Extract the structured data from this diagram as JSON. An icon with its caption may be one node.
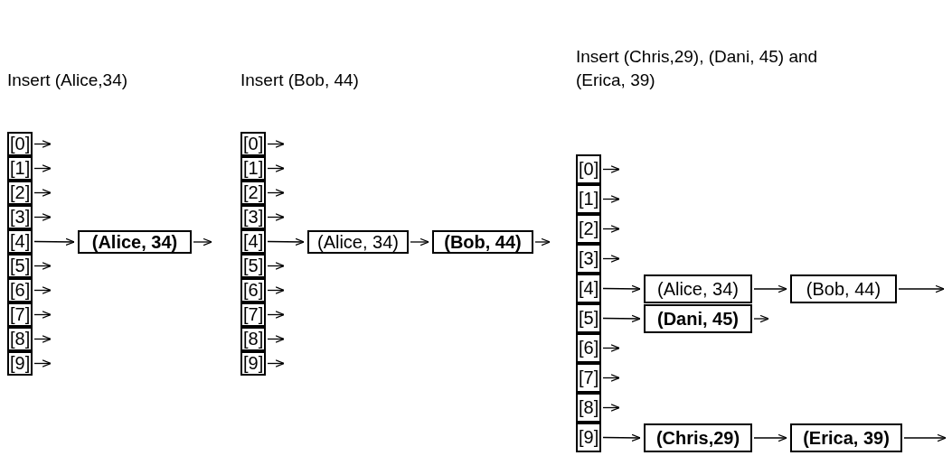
{
  "diagram": {
    "nodes": [
      {
        "text": [
          "[0]"
        ]
      },
      {
        "text": [
          "[1]"
        ]
      },
      {
        "text": [
          "[2]"
        ]
      },
      {
        "text": [
          "[3]"
        ]
      },
      {
        "text": [
          "[4]"
        ]
      },
      {
        "text": [
          "[5]"
        ]
      },
      {
        "text": [
          "[6]"
        ]
      },
      {
        "text": [
          "[7]"
        ]
      },
      {
        "text": [
          "[8]"
        ]
      },
      {
        "text": [
          "[9]"
        ]
      },
      {
        "text": [
          "(Alice, 34)"
        ]
      },
      {
        "text": [
          "[0]"
        ]
      },
      {
        "text": [
          "[1]"
        ]
      },
      {
        "text": [
          "[2]"
        ]
      },
      {
        "text": [
          "[3]"
        ]
      },
      {
        "text": [
          "[4]"
        ]
      },
      {
        "text": [
          "[5]"
        ]
      },
      {
        "text": [
          "[6]"
        ]
      },
      {
        "text": [
          "[7]"
        ]
      },
      {
        "text": [
          "[8]"
        ]
      },
      {
        "text": [
          "[9]"
        ]
      },
      {
        "text": [
          "(Alice, 34)"
        ]
      },
      {
        "text": [
          "(Bob, 44)"
        ]
      },
      {
        "text": [
          "[0]"
        ]
      },
      {
        "text": [
          "[1]"
        ]
      },
      {
        "text": [
          "[2]"
        ]
      },
      {
        "text": [
          "[3]"
        ]
      },
      {
        "text": [
          "[4]"
        ]
      },
      {
        "text": [
          "[5]"
        ]
      },
      {
        "text": [
          "[6]"
        ]
      },
      {
        "text": [
          "[7]"
        ]
      },
      {
        "text": [
          "[8]"
        ]
      },
      {
        "text": [
          "[9]"
        ]
      },
      {
        "text": [
          "(Alice, 34)"
        ]
      },
      {
        "text": [
          "(Bob, 44)"
        ]
      },
      {
        "text": [
          "(Dani, 45)"
        ]
      },
      {
        "text": [
          "(Chris,29)"
        ]
      },
      {
        "text": [
          "(Erica, 39)"
        ]
      }
    ],
    "edges": [
      {
        "from": 0,
        "to": null,
        "arrow": "to"
      },
      {
        "from": 1,
        "to": null,
        "arrow": "to"
      },
      {
        "from": 2,
        "to": null,
        "arrow": "to"
      },
      {
        "from": 3,
        "to": null,
        "arrow": "to"
      },
      {
        "from": 4,
        "to": 10,
        "arrow": "to"
      },
      {
        "from": 5,
        "to": null,
        "arrow": "to"
      },
      {
        "from": 6,
        "to": null,
        "arrow": "to"
      },
      {
        "from": 7,
        "to": null,
        "arrow": "to"
      },
      {
        "from": 8,
        "to": null,
        "arrow": "to"
      },
      {
        "from": 9,
        "to": null,
        "arrow": "to"
      },
      {
        "from": 10,
        "to": null,
        "arrow": "to"
      },
      {
        "from": 11,
        "to": null,
        "arrow": "to"
      },
      {
        "from": 12,
        "to": null,
        "arrow": "to"
      },
      {
        "from": 13,
        "to": null,
        "arrow": "to"
      },
      {
        "from": 14,
        "to": null,
        "arrow": "to"
      },
      {
        "from": 15,
        "to": 21,
        "arrow": "to"
      },
      {
        "from": 16,
        "to": null,
        "arrow": "to"
      },
      {
        "from": 17,
        "to": null,
        "arrow": "to"
      },
      {
        "from": 18,
        "to": null,
        "arrow": "to"
      },
      {
        "from": 19,
        "to": null,
        "arrow": "to"
      },
      {
        "from": 20,
        "to": null,
        "arrow": "to"
      },
      {
        "from": 21,
        "to": 22,
        "arrow": "to"
      },
      {
        "from": 22,
        "to": null,
        "arrow": "to"
      },
      {
        "from": 23,
        "to": null,
        "arrow": "to"
      },
      {
        "from": 24,
        "to": null,
        "arrow": "to"
      },
      {
        "from": 25,
        "to": null,
        "arrow": "to"
      },
      {
        "from": 26,
        "to": null,
        "arrow": "to"
      },
      {
        "from": 27,
        "to": 33,
        "arrow": "to"
      },
      {
        "from": 28,
        "to": 35,
        "arrow": "to"
      },
      {
        "from": 29,
        "to": null,
        "arrow": "to"
      },
      {
        "from": 30,
        "to": null,
        "arrow": "to"
      },
      {
        "from": 31,
        "to": null,
        "arrow": "to"
      },
      {
        "from": 32,
        "to": 36,
        "arrow": "to"
      },
      {
        "from": 33,
        "to": 34,
        "arrow": "to"
      },
      {
        "from": 34,
        "to": null,
        "arrow": "to"
      },
      {
        "from": 35,
        "to": null,
        "arrow": "to"
      },
      {
        "from": 36,
        "to": 37,
        "arrow": "to"
      },
      {
        "from": 37,
        "to": null,
        "arrow": "to"
      }
    ],
    "labels": [
      "Insert (Chris,29), (Dani, 45) and (Erica, 39)",
      "Insert (Alice,34)",
      "Insert (Bob, 44)"
    ]
  }
}
